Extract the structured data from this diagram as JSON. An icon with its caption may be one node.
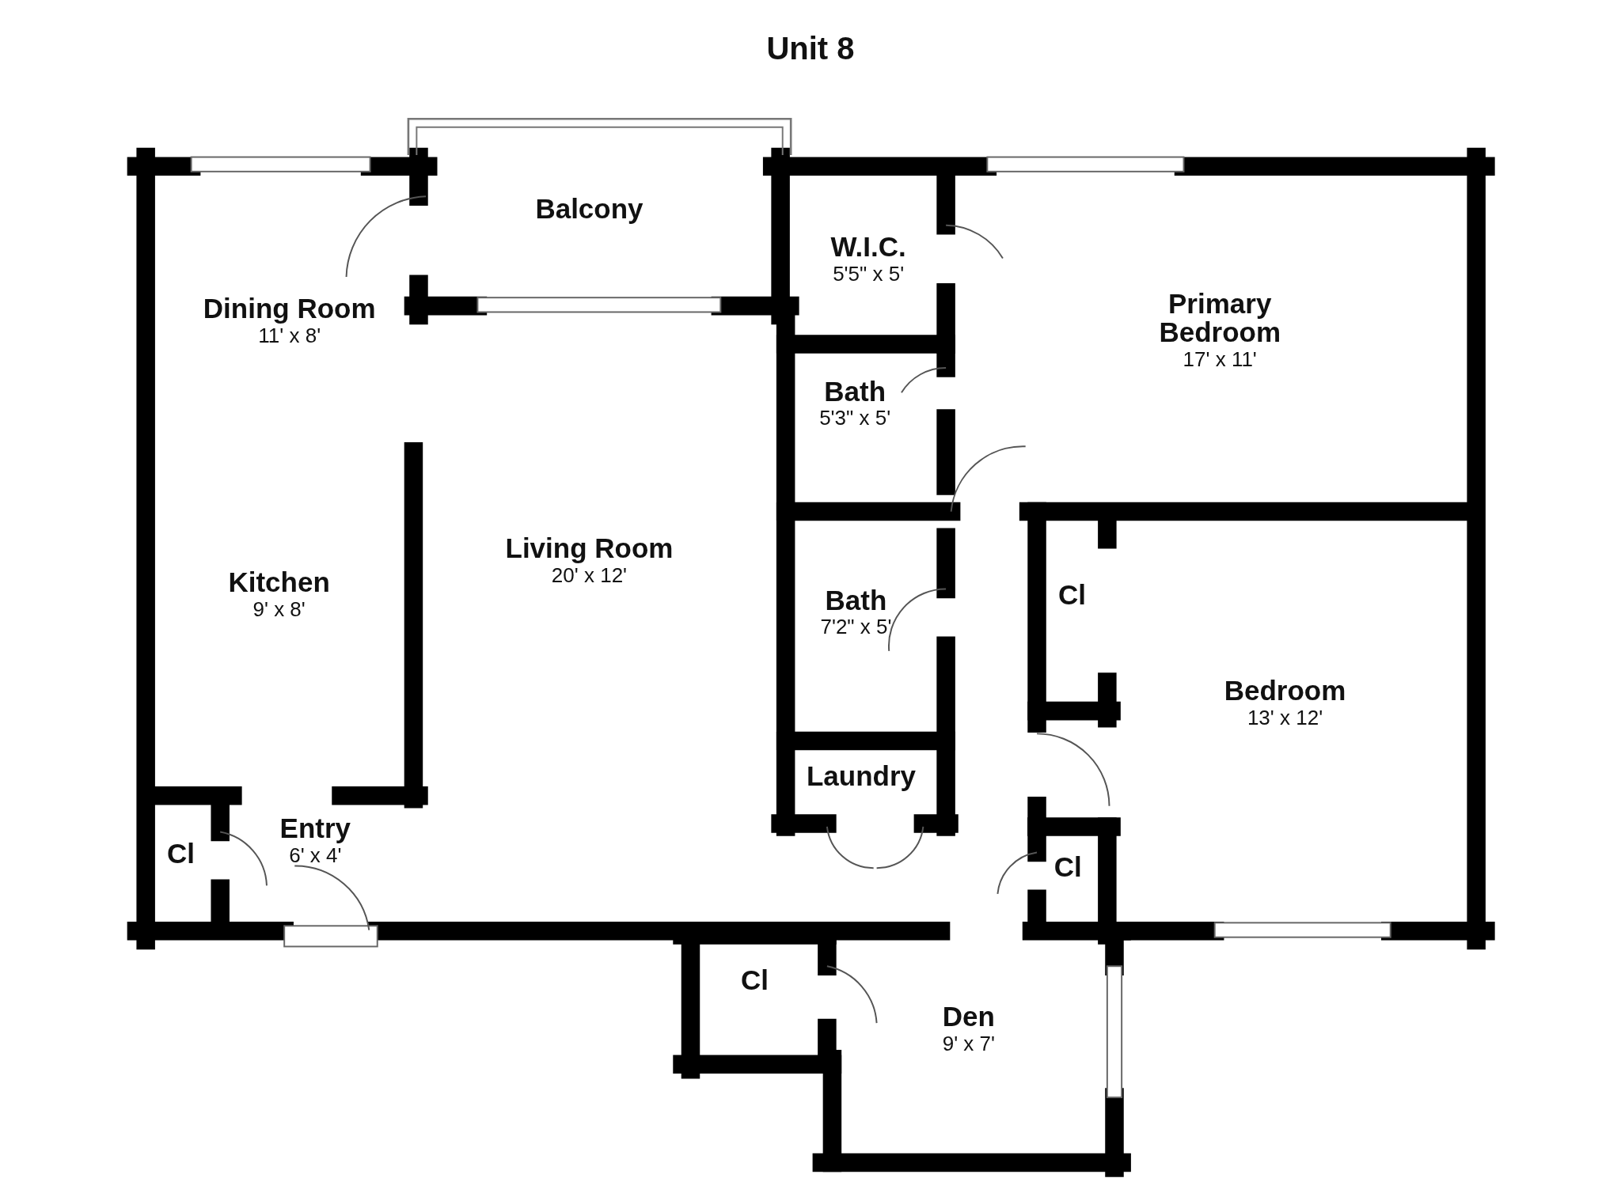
{
  "diagram": {
    "title": "Unit 8",
    "nodes": [
      {
        "text": [
          "Balcony"
        ]
      },
      {
        "text": [
          "Dining Room",
          "11' x 8'"
        ]
      },
      {
        "text": [
          "W.I.C.",
          "5'5\" x 5'"
        ]
      },
      {
        "text": [
          "Primary Bedroom",
          "17' x 11'"
        ]
      },
      {
        "text": [
          "Bath",
          "5'3\" x 5'"
        ]
      },
      {
        "text": [
          "Living Room",
          "20' x 12'"
        ]
      },
      {
        "text": [
          "Kitchen",
          "9' x 8'"
        ]
      },
      {
        "text": [
          "Bath",
          "7'2\" x 5'"
        ]
      },
      {
        "text": [
          "Cl"
        ]
      },
      {
        "text": [
          "Bedroom",
          "13' x 12'"
        ]
      },
      {
        "text": [
          "Laundry"
        ]
      },
      {
        "text": [
          "Entry",
          "6' x 4'"
        ]
      },
      {
        "text": [
          "Cl"
        ]
      },
      {
        "text": [
          "Cl"
        ]
      },
      {
        "text": [
          "Cl"
        ]
      },
      {
        "text": [
          "Den",
          "9' x 7'"
        ]
      }
    ]
  }
}
